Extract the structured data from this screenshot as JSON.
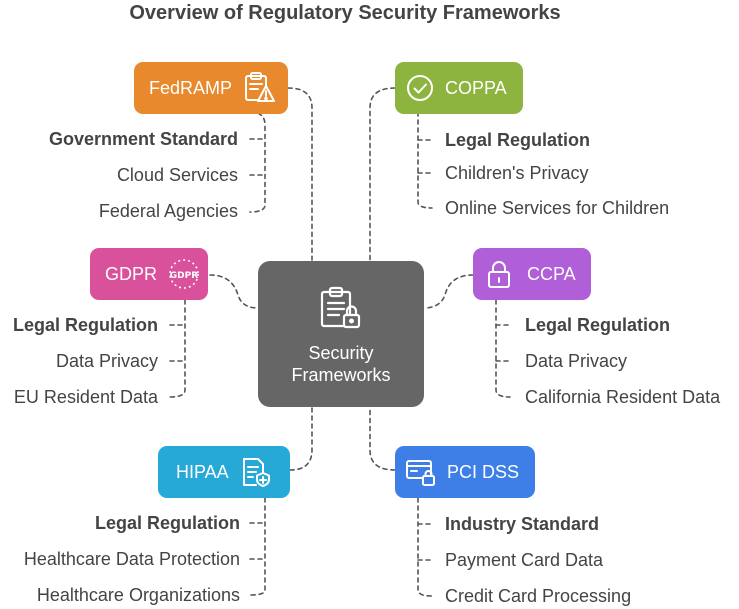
{
  "title": "Overview of Regulatory Security Frameworks",
  "center": {
    "label_line1": "Security",
    "label_line2": "Frameworks",
    "icon": "clipboard-lock-icon",
    "color": "#666666"
  },
  "frameworks": {
    "fedramp": {
      "label": "FedRAMP",
      "icon": "clipboard-warning-icon",
      "color": "#E8892E",
      "items": [
        "Government Standard",
        "Cloud Services",
        "Federal Agencies"
      ]
    },
    "coppa": {
      "label": "COPPA",
      "icon": "check-circle-icon",
      "color": "#8DB43E",
      "items": [
        "Legal Regulation",
        "Children's Privacy",
        "Online Services for Children"
      ]
    },
    "gdpr": {
      "label": "GDPR",
      "icon": "gdpr-icon",
      "color": "#D9509B",
      "items": [
        "Legal Regulation",
        "Data Privacy",
        "EU Resident Data"
      ]
    },
    "ccpa": {
      "label": "CCPA",
      "icon": "padlock-icon",
      "color": "#B05FD8",
      "items": [
        "Legal Regulation",
        "Data Privacy",
        "California Resident Data"
      ]
    },
    "hipaa": {
      "label": "HIPAA",
      "icon": "medical-document-icon",
      "color": "#27A9D8",
      "items": [
        "Legal Regulation",
        "Healthcare Data Protection",
        "Healthcare Organizations"
      ]
    },
    "pcidss": {
      "label": "PCI DSS",
      "icon": "card-lock-icon",
      "color": "#3D7FE6",
      "items": [
        "Industry Standard",
        "Payment Card Data",
        "Credit Card Processing"
      ]
    }
  }
}
